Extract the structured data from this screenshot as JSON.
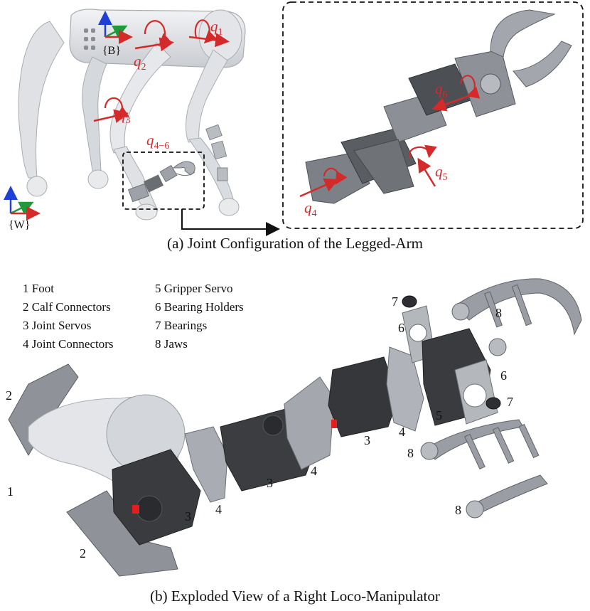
{
  "panel_a": {
    "caption": "(a) Joint Configuration of the Legged-Arm",
    "frame_base": "{B}",
    "frame_world": "{W}",
    "joint_labels": {
      "q1": {
        "base": "q",
        "sub": "1"
      },
      "q2": {
        "base": "q",
        "sub": "2"
      },
      "q3": {
        "base": "q",
        "sub": "3"
      },
      "q4_6": {
        "base": "q",
        "sub": "4−6"
      },
      "q4": {
        "base": "q",
        "sub": "4"
      },
      "q5": {
        "base": "q",
        "sub": "5"
      },
      "q6": {
        "base": "q",
        "sub": "6"
      }
    }
  },
  "panel_b": {
    "caption": "(b) Exploded View of a Right Loco-Manipulator",
    "legend_left": [
      "1 Foot",
      "2 Calf Connectors",
      "3 Joint Servos",
      "4 Joint Connectors"
    ],
    "legend_right": [
      "5 Gripper Servo",
      "6 Bearing Holders",
      "7 Bearings",
      "8 Jaws"
    ],
    "callouts": {
      "n1": "1",
      "n2a": "2",
      "n2b": "2",
      "n3a": "3",
      "n3b": "3",
      "n3c": "3",
      "n4a": "4",
      "n4b": "4",
      "n4c": "4",
      "n5": "5",
      "n6a": "6",
      "n6b": "6",
      "n7a": "7",
      "n7b": "7",
      "n8a": "8",
      "n8b": "8",
      "n8c": "8"
    }
  },
  "colors": {
    "arrow_red": "#d42a2a",
    "axis_blue": "#1f3fd6",
    "axis_green": "#1e9a3a",
    "robot_body": "#dcdfe3",
    "servo_dark": "#3a3b3f",
    "bracket_grey": "#9ea2a8"
  }
}
